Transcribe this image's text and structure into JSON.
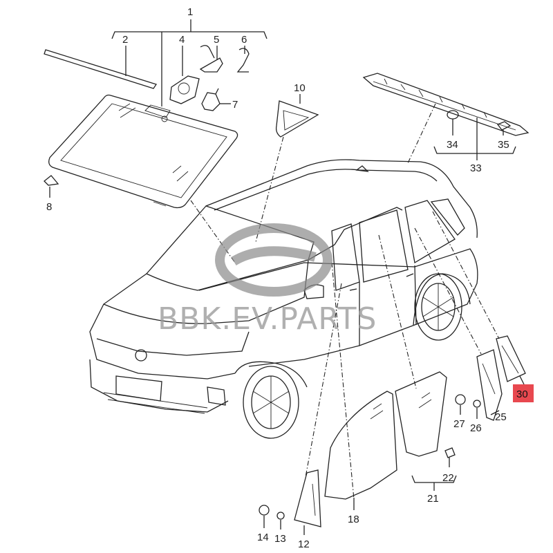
{
  "diagram": {
    "part_numbers": {
      "n1": "1",
      "n2": "2",
      "n4": "4",
      "n5": "5",
      "n6": "6",
      "n7": "7",
      "n8": "8",
      "n10": "10",
      "n12": "12",
      "n13": "13",
      "n14": "14",
      "n18": "18",
      "n21": "21",
      "n22": "22",
      "n25": "25",
      "n26": "26",
      "n27": "27",
      "n30": "30",
      "n33": "33",
      "n34": "34",
      "n35": "35"
    },
    "highlighted_part": "30",
    "highlight_color": "#e8484f"
  },
  "watermark": {
    "text": "BBK.EV.PARTS"
  }
}
